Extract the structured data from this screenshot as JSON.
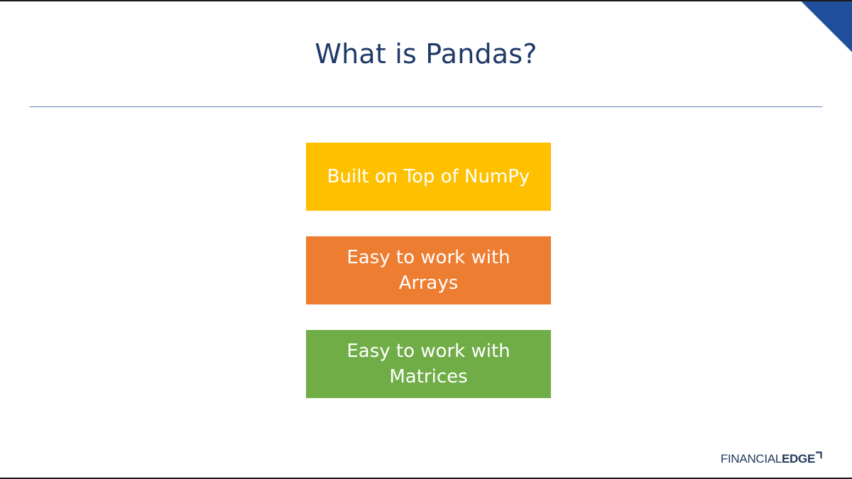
{
  "slide": {
    "title": "What is Pandas?",
    "boxes": [
      {
        "lines": [
          "Built on Top of NumPy"
        ],
        "color": "#FFC000"
      },
      {
        "lines": [
          "Easy to work with",
          "Arrays"
        ],
        "color": "#ED7D31"
      },
      {
        "lines": [
          "Easy to work with",
          "Matrices"
        ],
        "color": "#70AD47"
      }
    ],
    "accent_color": "#1F4E9A",
    "rule_color": "#5F86B0",
    "title_color": "#1F3A68"
  },
  "logo": {
    "light_text": "FINANCIAL",
    "bold_text": "EDGE",
    "mark_icon": "corner-bracket-icon"
  }
}
